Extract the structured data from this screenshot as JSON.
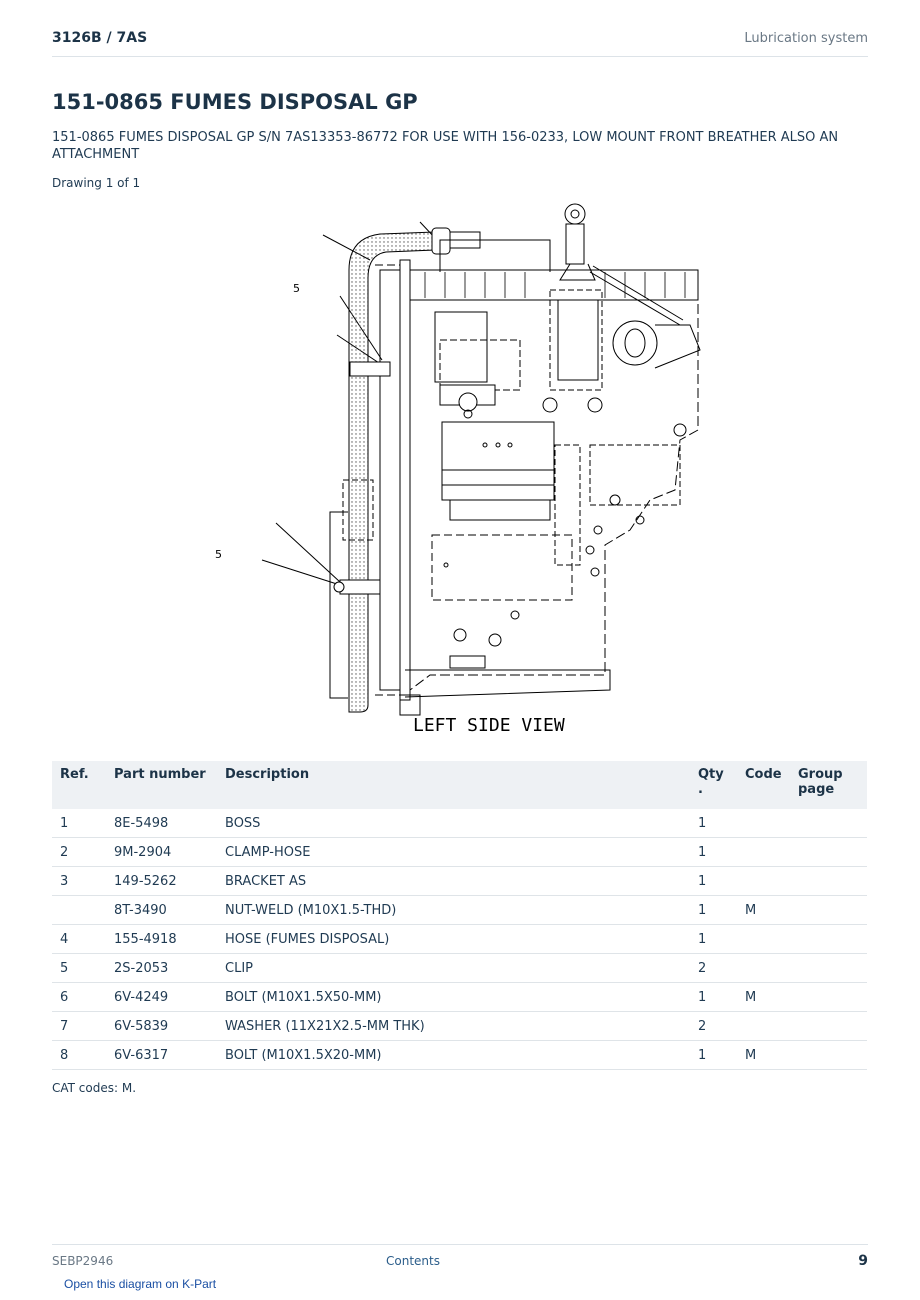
{
  "header": {
    "model": "3126B  /  7AS",
    "section": "Lubrication system"
  },
  "page": {
    "title": "151-0865 FUMES DISPOSAL GP",
    "description": "151-0865 FUMES DISPOSAL GP S/N 7AS13353-86772 FOR USE WITH 156-0233, LOW MOUNT FRONT BREATHER ALSO AN ATTACHMENT",
    "drawing_count": "Drawing 1 of 1"
  },
  "drawing": {
    "view_label": "LEFT SIDE VIEW",
    "callouts": [
      "5",
      "5"
    ]
  },
  "table": {
    "headers": {
      "ref": "Ref.",
      "part_number": "Part number",
      "description": "Description",
      "qty": "Qty .",
      "code": "Code",
      "group_page": "Group page"
    },
    "rows": [
      {
        "ref": "1",
        "part_number": "8E-5498",
        "description": "BOSS",
        "qty": "1",
        "code": "",
        "group_page": ""
      },
      {
        "ref": "2",
        "part_number": "9M-2904",
        "description": "CLAMP-HOSE",
        "qty": "1",
        "code": "",
        "group_page": ""
      },
      {
        "ref": "3",
        "part_number": "149-5262",
        "description": "BRACKET AS",
        "qty": "1",
        "code": "",
        "group_page": ""
      },
      {
        "ref": "",
        "part_number": "8T-3490",
        "description": "NUT-WELD (M10X1.5-THD)",
        "qty": "1",
        "code": "M",
        "group_page": ""
      },
      {
        "ref": "4",
        "part_number": "155-4918",
        "description": "HOSE (FUMES DISPOSAL)",
        "qty": "1",
        "code": "",
        "group_page": ""
      },
      {
        "ref": "5",
        "part_number": "2S-2053",
        "description": "CLIP",
        "qty": "2",
        "code": "",
        "group_page": ""
      },
      {
        "ref": "6",
        "part_number": "6V-4249",
        "description": "BOLT (M10X1.5X50-MM)",
        "qty": "1",
        "code": "M",
        "group_page": ""
      },
      {
        "ref": "7",
        "part_number": "6V-5839",
        "description": "WASHER (11X21X2.5-MM THK)",
        "qty": "2",
        "code": "",
        "group_page": ""
      },
      {
        "ref": "8",
        "part_number": "6V-6317",
        "description": "BOLT (M10X1.5X20-MM)",
        "qty": "1",
        "code": "M",
        "group_page": ""
      }
    ]
  },
  "cat_codes": "CAT codes: M.",
  "footer": {
    "doc_id": "SEBP2946",
    "contents_link": "Contents",
    "page_number": "9",
    "kpart_link": "Open this diagram on K-Part"
  }
}
